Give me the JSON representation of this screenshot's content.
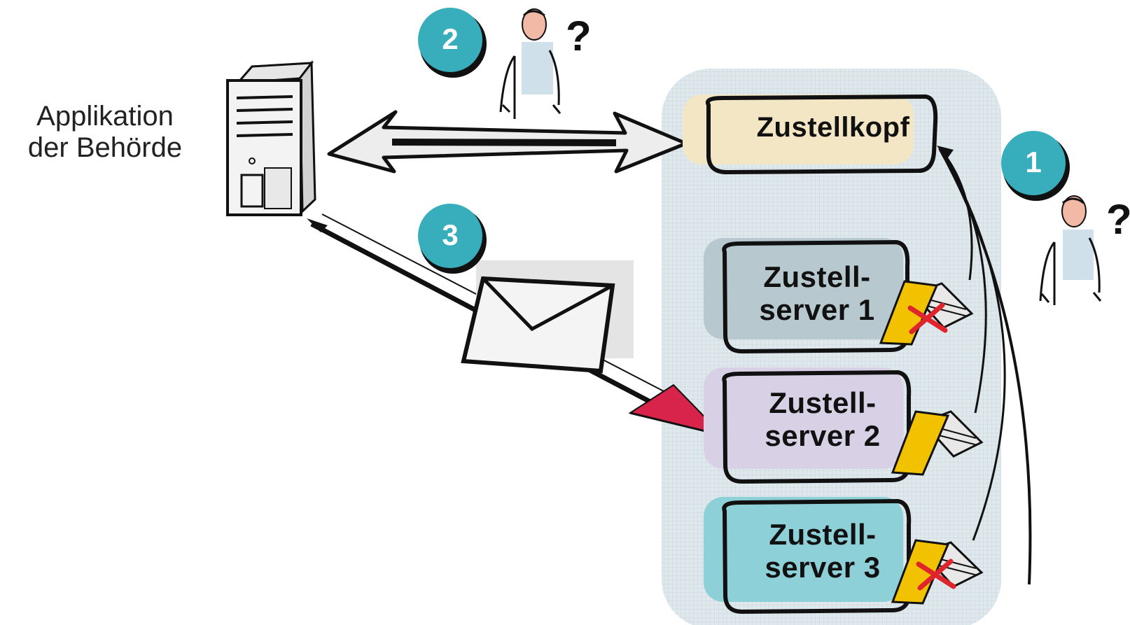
{
  "application": {
    "label": "Applikation\nder Behörde"
  },
  "delivery_head": {
    "label": "Zustellkopf",
    "fill": "#f2e6c4"
  },
  "delivery_servers": [
    {
      "label": "Zustell-\nserver 1",
      "fill": "#b7c8cf",
      "failed": true
    },
    {
      "label": "Zustell-\nserver 2",
      "fill": "#d8d1e6",
      "failed": false
    },
    {
      "label": "Zustell-\nserver 3",
      "fill": "#8ed0d8",
      "failed": true
    }
  ],
  "steps": [
    {
      "number": "1"
    },
    {
      "number": "2"
    },
    {
      "number": "3"
    }
  ],
  "question_mark": "?",
  "colors": {
    "step_badge": "#38aebd",
    "cluster_background": "#dfe8ec",
    "folder": "#f2c200",
    "fail_mark": "#e0242c",
    "arrow_head": "#d8234a",
    "envelope": "#e4e4e4"
  },
  "icons": [
    "server-tower-icon",
    "person-icon",
    "envelope-icon",
    "folder-icon",
    "fail-x-icon",
    "double-arrow-icon"
  ]
}
